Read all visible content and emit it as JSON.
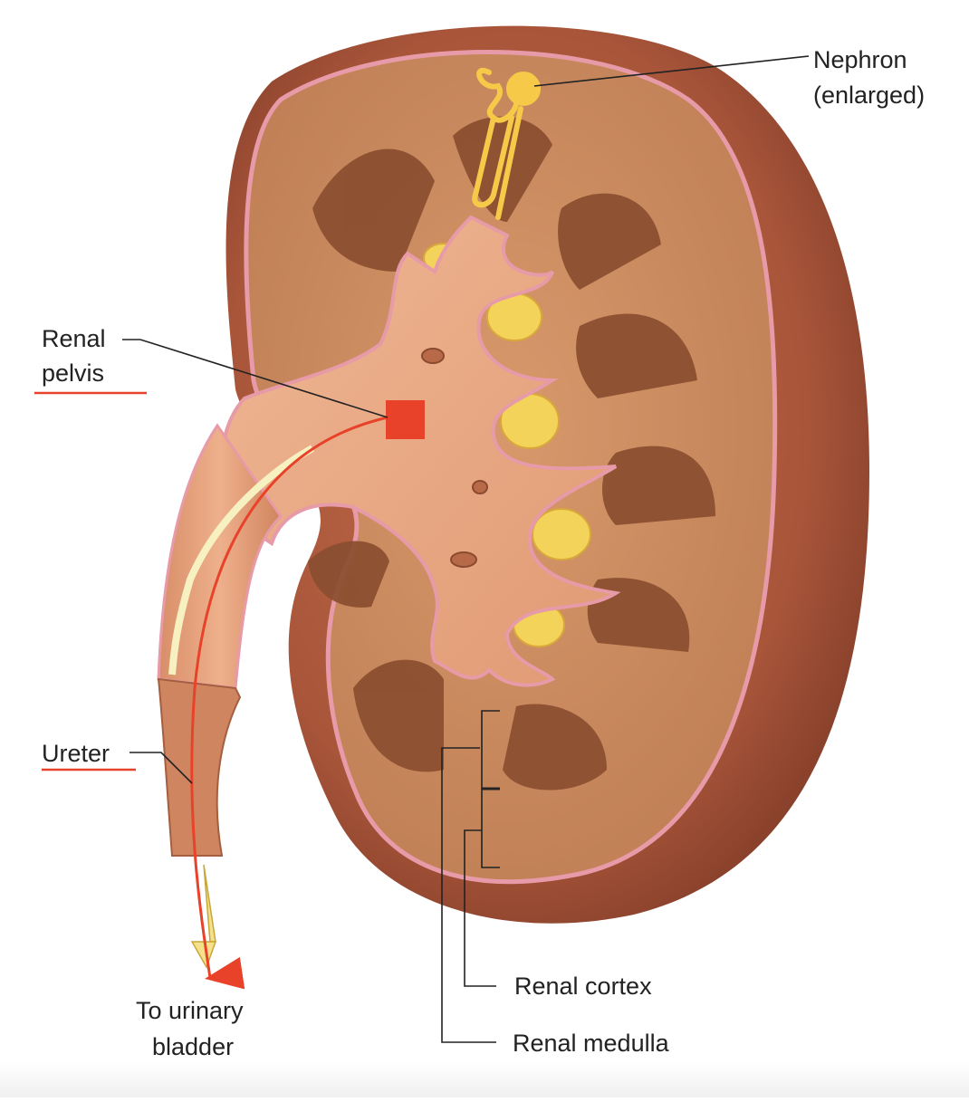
{
  "labels": {
    "nephron_line1": "Nephron",
    "nephron_line2": "(enlarged)",
    "renal_pelvis_line1": "Renal",
    "renal_pelvis_line2": "pelvis",
    "ureter": "Ureter",
    "bladder_line1": "To urinary",
    "bladder_line2": "bladder",
    "renal_cortex": "Renal cortex",
    "renal_medulla": "Renal medulla"
  },
  "colors": {
    "capsule_outer": "#a8553a",
    "capsule_shadow": "#7e3a26",
    "cortex": "#c98a5e",
    "medulla_pyramid": "#8a4e30",
    "pelvis": "#e8a882",
    "capsule_edge": "#e79aa8",
    "fat": "#f3d35a",
    "nephron": "#f7c948",
    "annotation_red": "#e8432a",
    "leader_line": "#222222"
  }
}
